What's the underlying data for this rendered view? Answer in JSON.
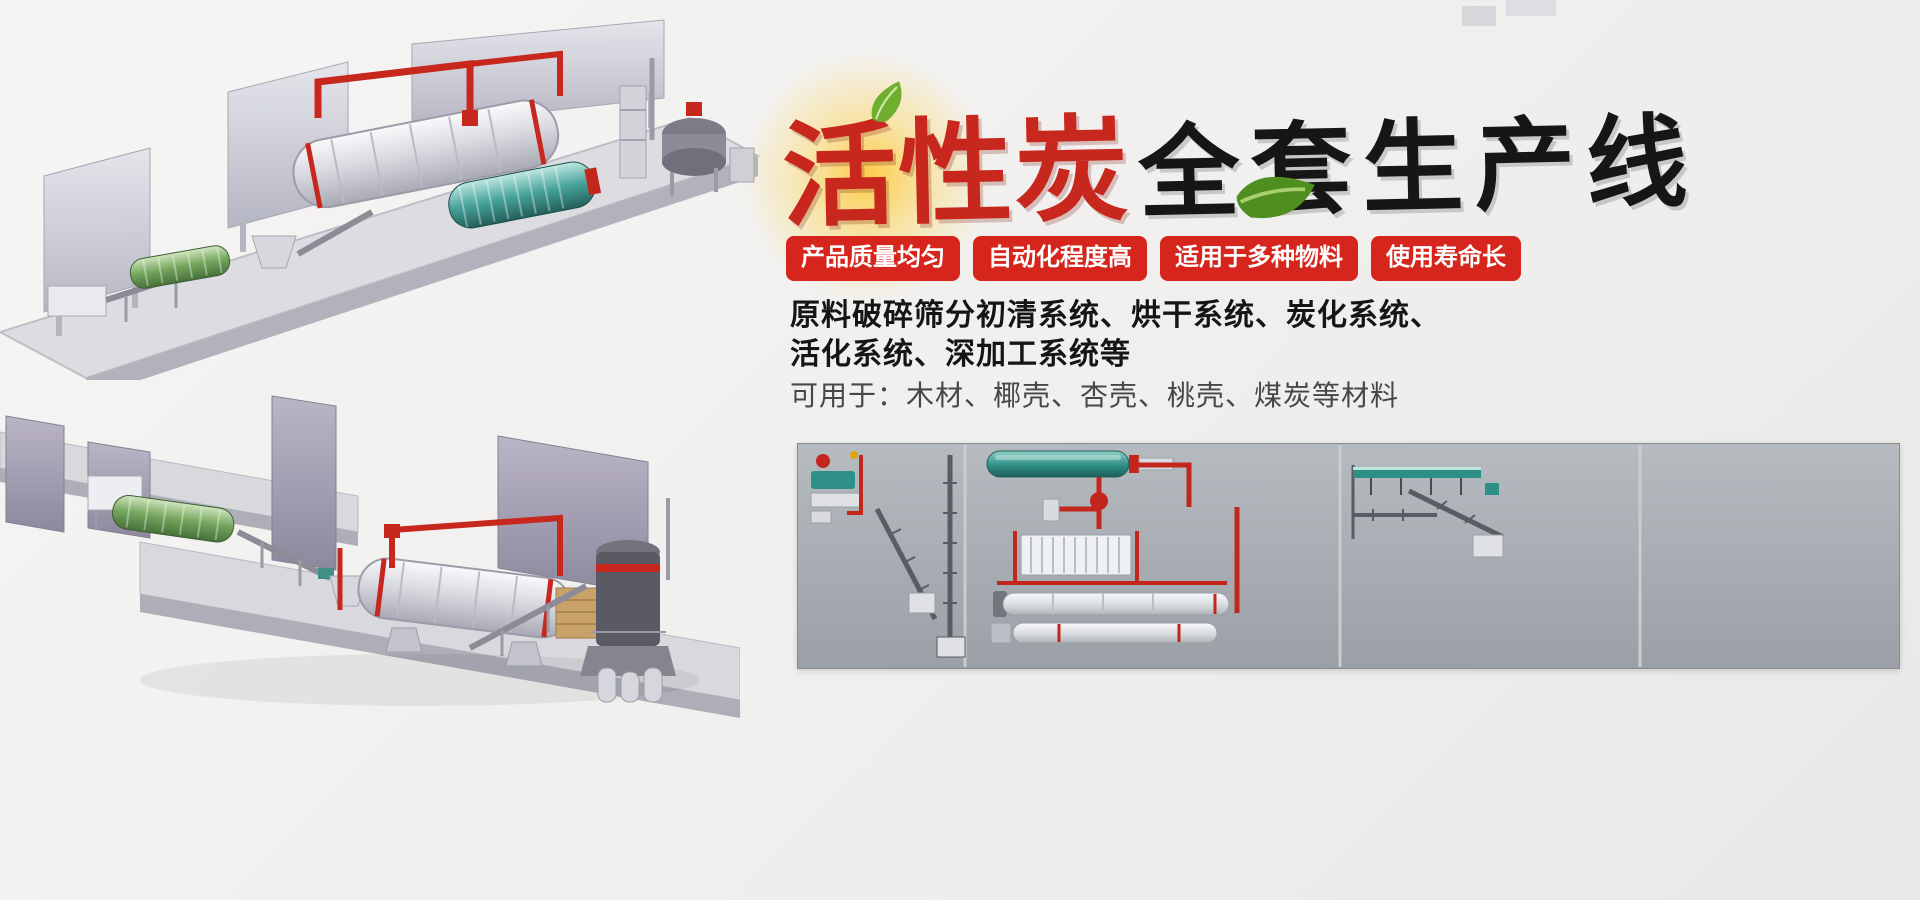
{
  "banner": {
    "background_color": "#f1f0ee"
  },
  "title": {
    "red_text": "活性炭",
    "black_text": "全套生产线",
    "red_color": "#c8271e",
    "black_color": "#161616",
    "glow_color": "#ffc62e",
    "leaf_color": "#5f9e27"
  },
  "badges": {
    "background_color": "#d6251d",
    "text_color": "#ffffff",
    "items": [
      "产品质量均匀",
      "自动化程度高",
      "适用于多种物料",
      "使用寿命长"
    ]
  },
  "description": {
    "line1": "原料破碎筛分初清系统、烘干系统、炭化系统、",
    "line2": "活化系统、深加工系统等",
    "usage": "可用于：木材、椰壳、杏壳、桃壳、煤炭等材料"
  },
  "illustrations": {
    "top_left": "production-line-3d-render-top",
    "bottom_left": "production-line-3d-render-bottom",
    "bottom_right": "plant-layout-diagram"
  }
}
